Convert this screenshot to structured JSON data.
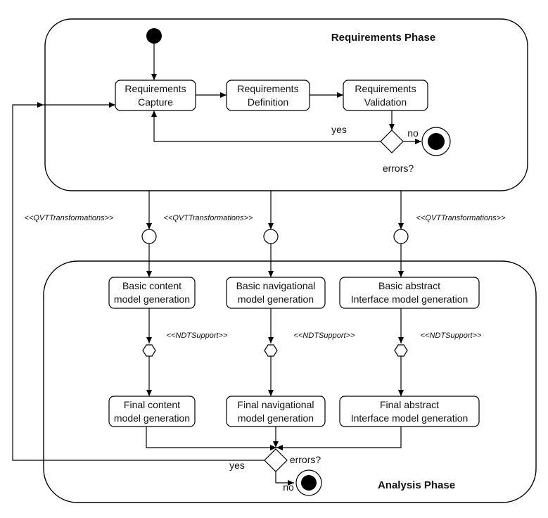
{
  "requirements_phase": {
    "title": "Requirements Phase",
    "activities": {
      "capture": [
        "Requirements",
        "Capture"
      ],
      "definition": [
        "Requirements",
        "Definition"
      ],
      "validation": [
        "Requirements",
        "Validation"
      ]
    },
    "decision_label": "errors?",
    "yes_label": "yes",
    "no_label": "no"
  },
  "transformations": {
    "label_1": "<<QVTTransformations>>",
    "label_2": "<<QVTTransformations>>",
    "label_3": "<<QVTTransformations>>"
  },
  "analysis_phase": {
    "title": "Analysis Phase",
    "basic": {
      "content": [
        "Basic content",
        "model generation"
      ],
      "navigational": [
        "Basic navigational",
        "model generation"
      ],
      "abstract": [
        "Basic abstract",
        "Interface model generation"
      ]
    },
    "support": {
      "label_1": "<<NDTSupport>>",
      "label_2": "<<NDTSupport>>",
      "label_3": "<<NDTSupport>>"
    },
    "final": {
      "content": [
        "Final content",
        "model generation"
      ],
      "navigational": [
        "Final navigational",
        "model generation"
      ],
      "abstract": [
        "Final abstract",
        "Interface model generation"
      ]
    },
    "decision_label": "errors?",
    "yes_label": "yes",
    "no_label": "no"
  }
}
